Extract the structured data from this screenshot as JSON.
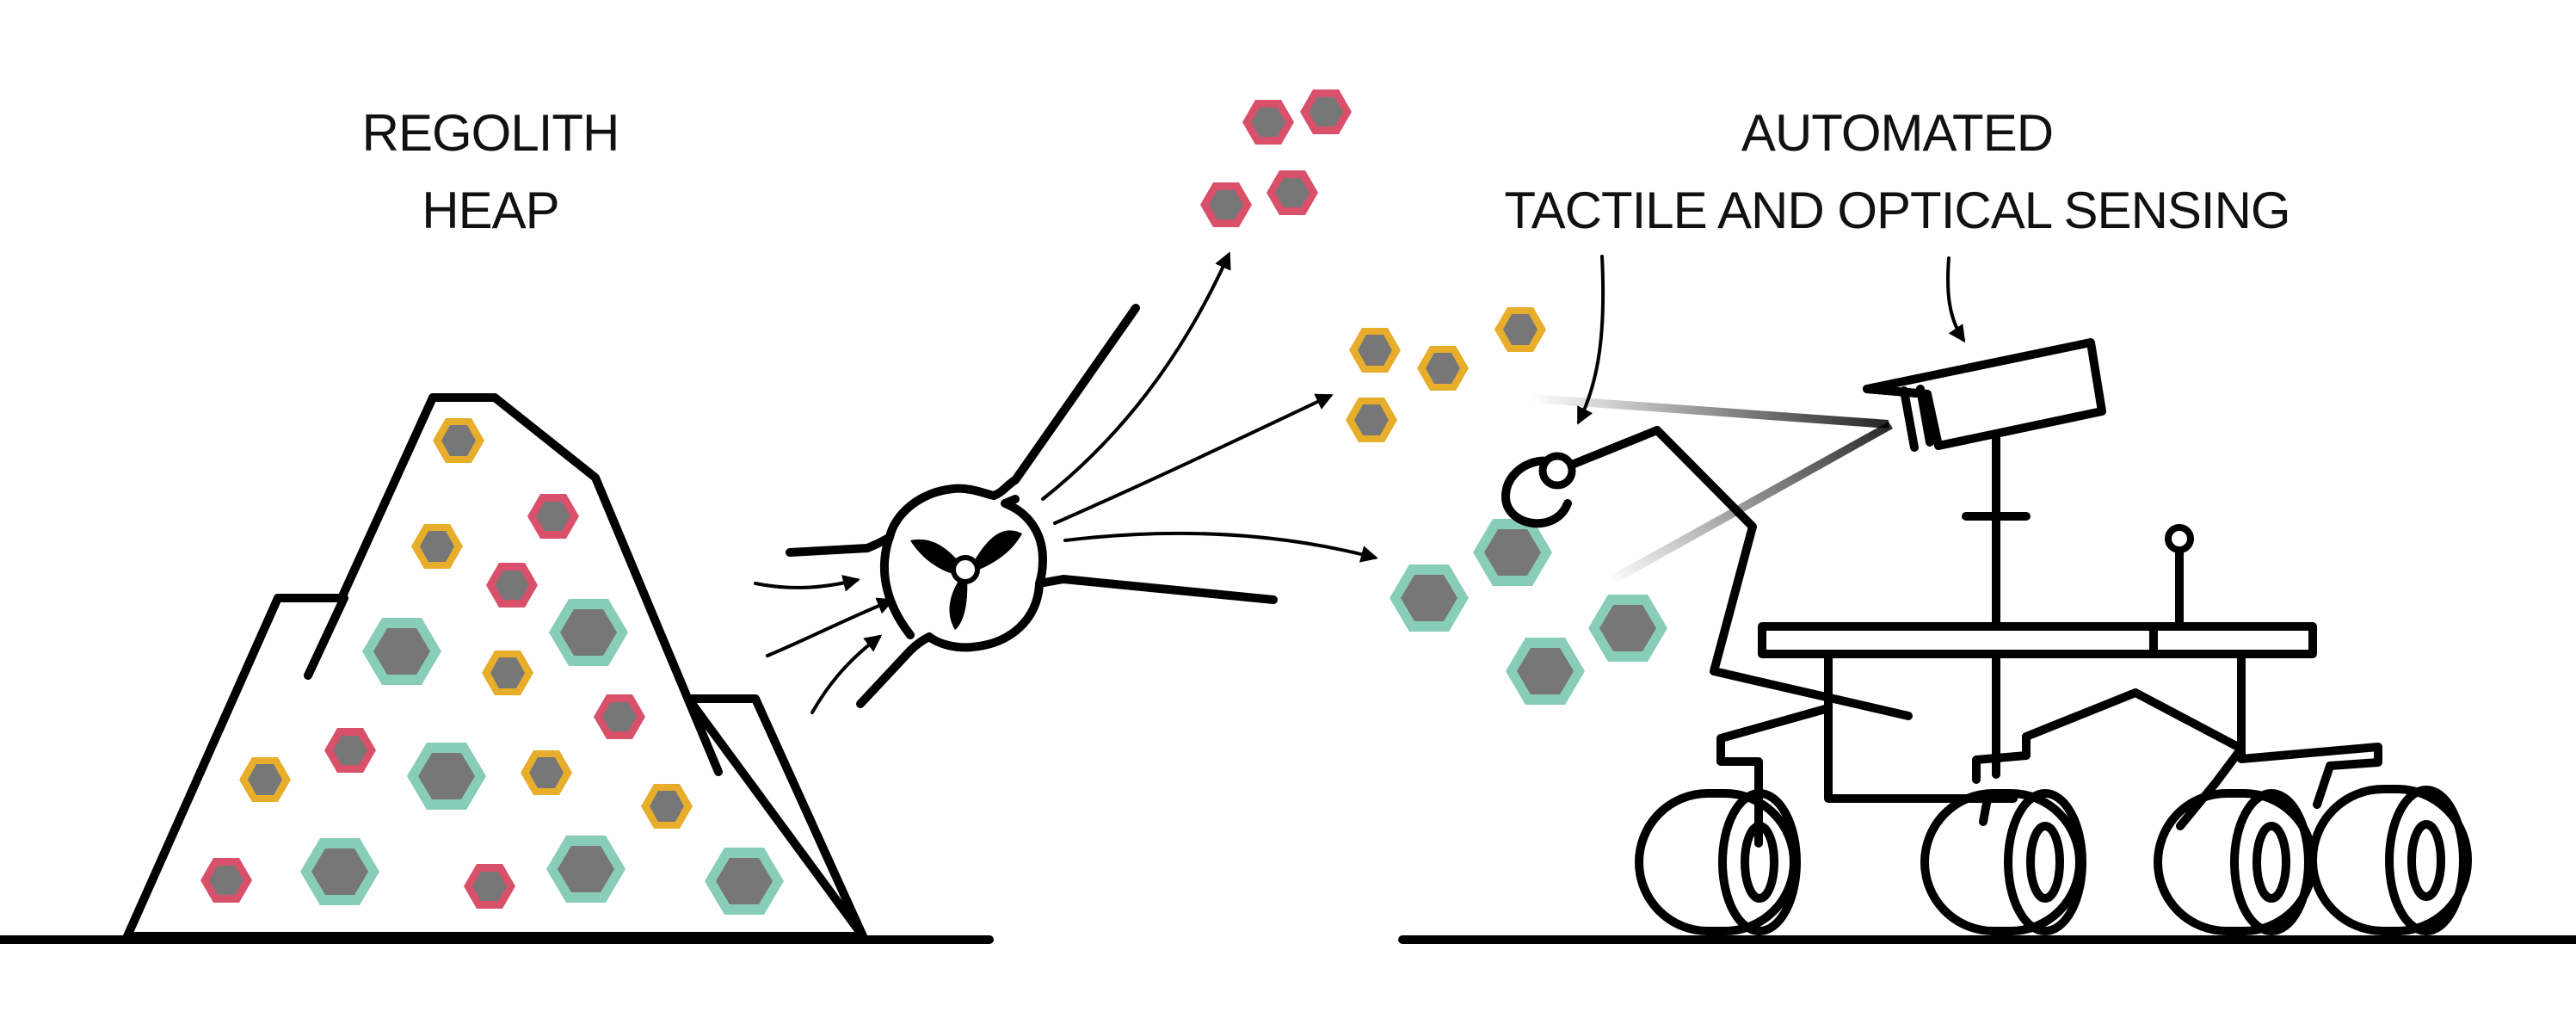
{
  "labels": {
    "heap_line1": "REGOLITH",
    "heap_line2": "HEAP",
    "sensing_line1": "AUTOMATED",
    "sensing_line2": "TACTILE AND OPTICAL SENSING"
  },
  "colors": {
    "red": "#d9506a",
    "yellow": "#e7ad2b",
    "teal": "#88cdb8",
    "core": "#777777",
    "line": "#000000"
  }
}
